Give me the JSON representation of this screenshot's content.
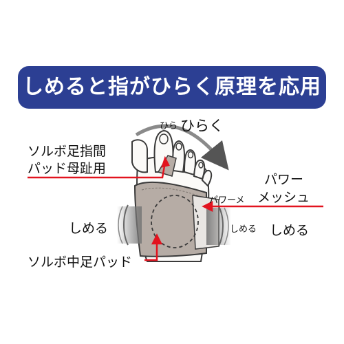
{
  "banner": {
    "title": "しめると指がひらく原理を応用"
  },
  "labels": {
    "open_small": "ひら",
    "open_large": "ひらく",
    "toe_pad_line1": "ソルボ足指間",
    "toe_pad_line2": "パッド母趾用",
    "power_mesh_line1": "パワー",
    "power_mesh_line2": "メッシュ",
    "power_mesh_on_foot": "パワーメ",
    "tighten_left": "しめる",
    "tighten_on_foot": "しめる",
    "tighten_right": "しめる",
    "midfoot_pad": "ソルボ中足パッド"
  },
  "colors": {
    "banner_bg": "#2c3f93",
    "leader_red": "#e2131f",
    "supporter_gray": "#b6aca5",
    "skin": "#fbfaf8",
    "outline": "#3a3a3a"
  }
}
